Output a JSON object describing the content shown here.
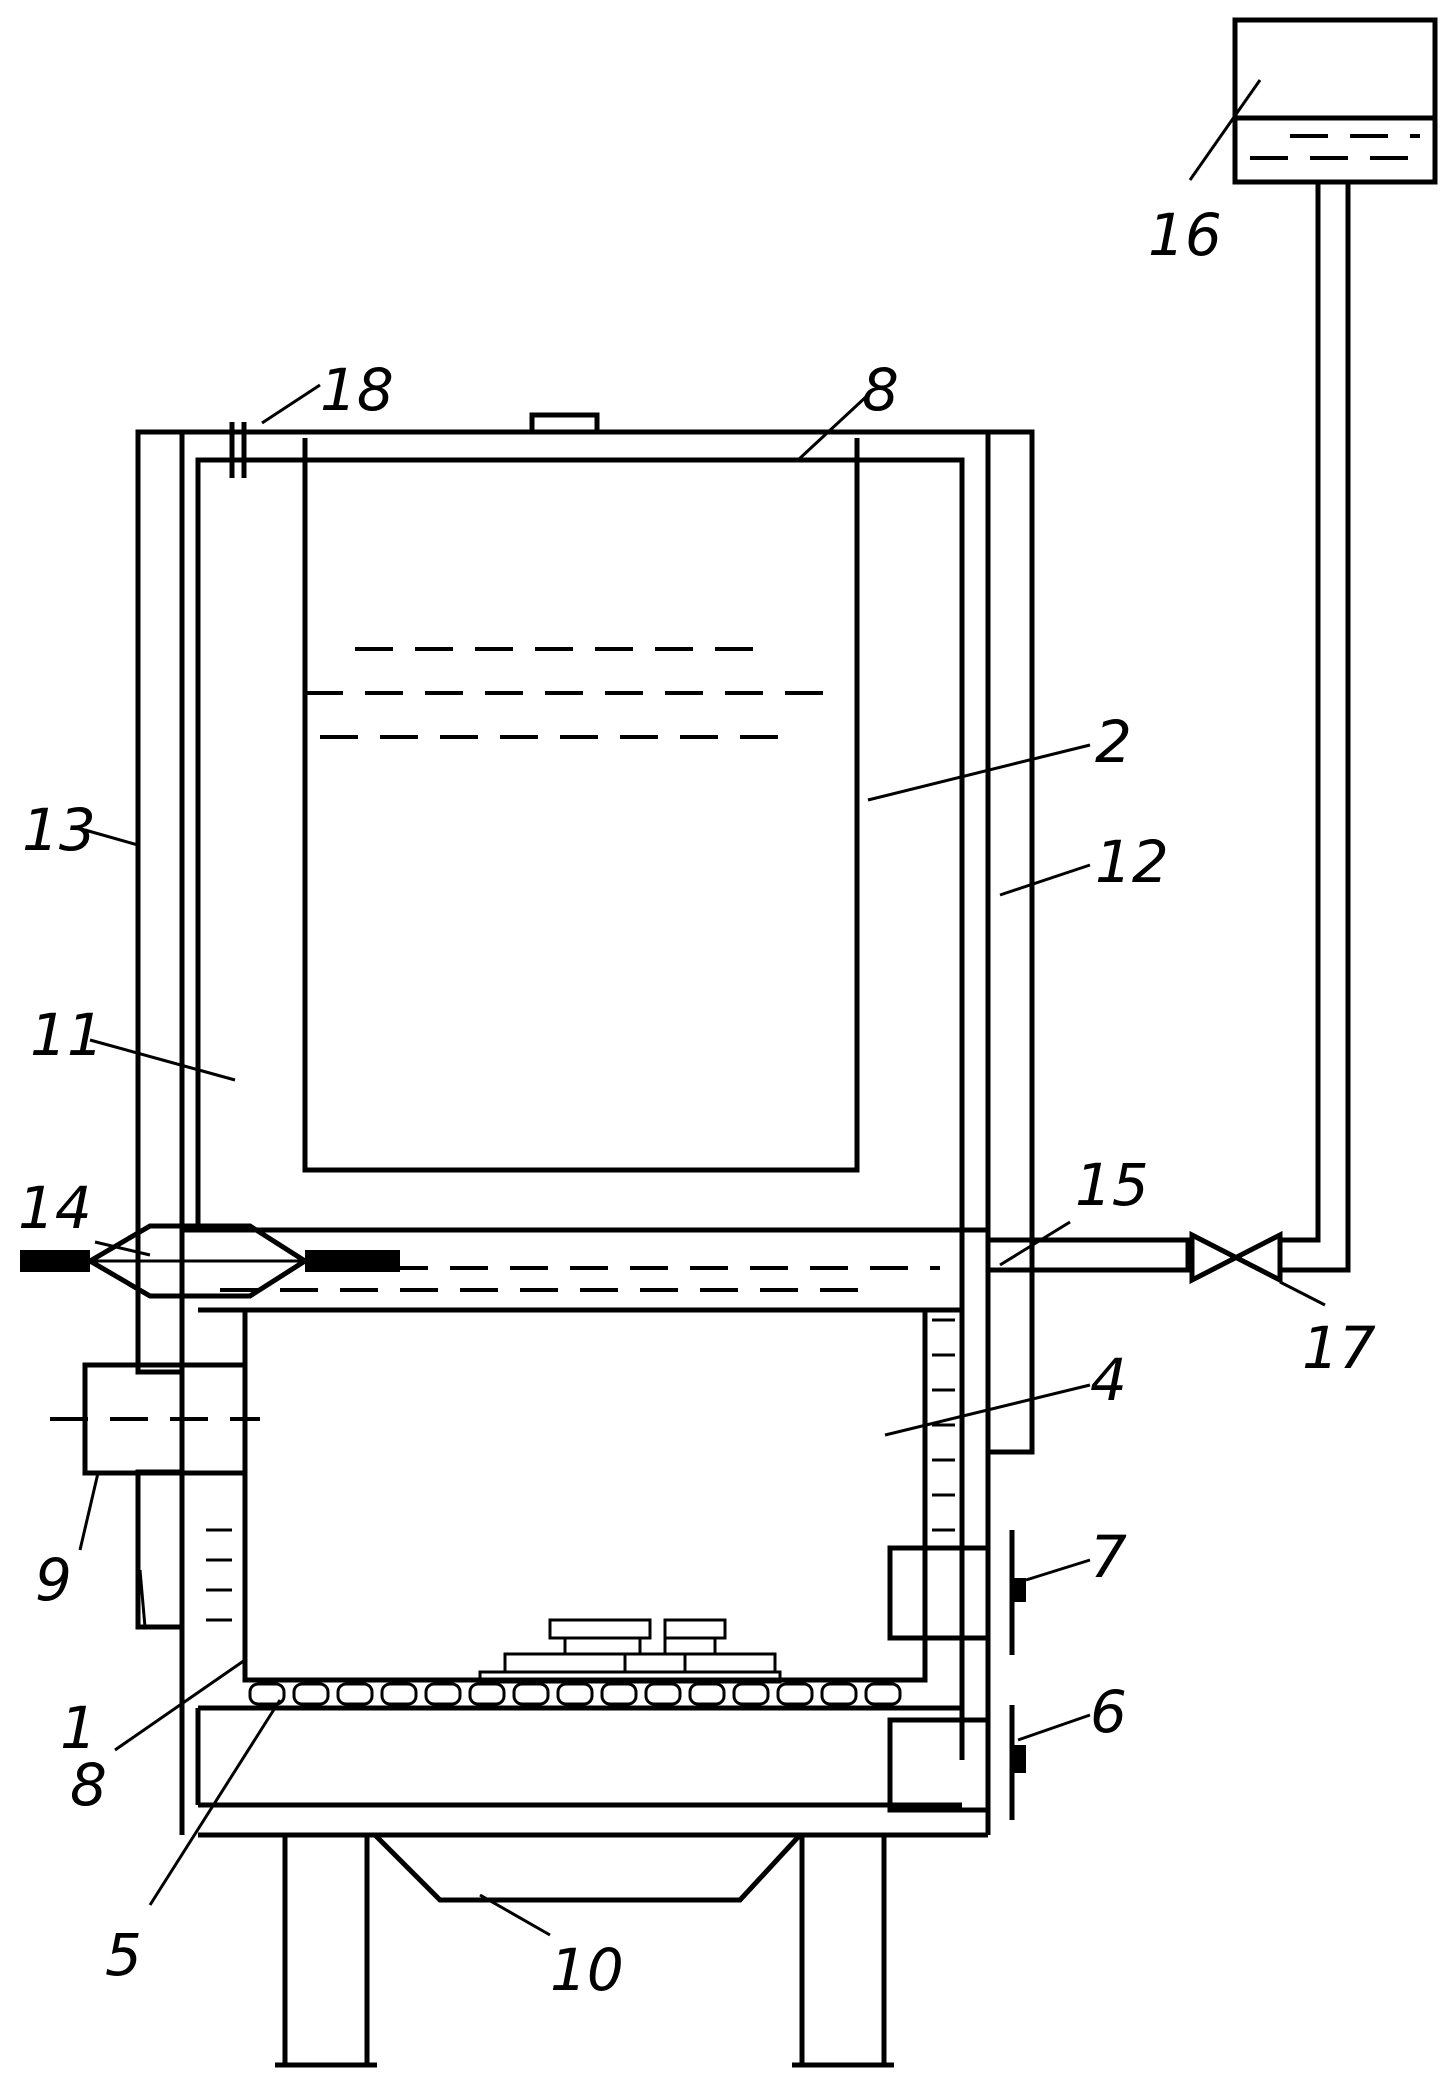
{
  "labels": {
    "l1": "1",
    "l2": "2",
    "l4": "4",
    "l5": "5",
    "l6": "6",
    "l7": "7",
    "l8_top": "8",
    "l8_bottom": "8",
    "l9": "9",
    "l10": "10",
    "l11": "11",
    "l12": "12",
    "l13": "13",
    "l14": "14",
    "l15": "15",
    "l16": "16",
    "l17": "17",
    "l18": "18"
  }
}
